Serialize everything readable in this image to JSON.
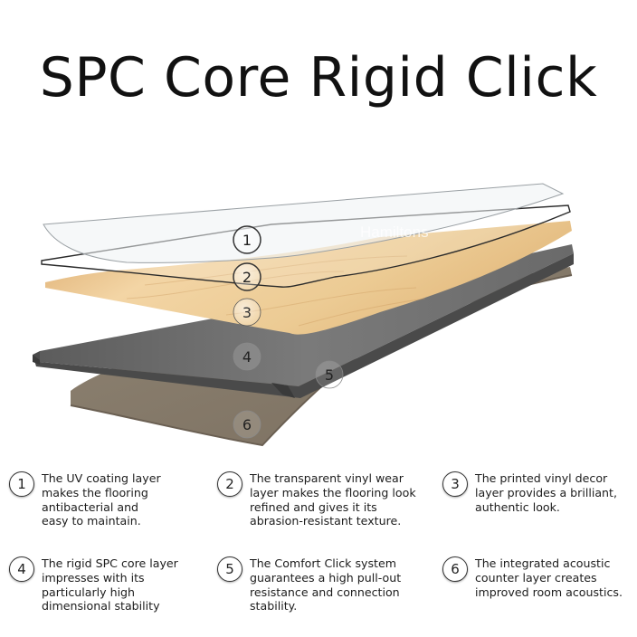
{
  "title": "SPC Core Rigid Click",
  "watermark": "Hamiltons",
  "diagram_markers": [
    "1",
    "2",
    "3",
    "4",
    "5",
    "6"
  ],
  "colors": {
    "wood_light": "#f2d3a3",
    "wood_dark": "#d49c5c",
    "core_gray": "#6d6d6d",
    "underlay_taupe": "#8a7d6d"
  },
  "layers": [
    {
      "num": "1",
      "lines": [
        "The UV coating layer",
        "makes the flooring",
        "antibacterial and",
        "easy to maintain."
      ]
    },
    {
      "num": "2",
      "lines": [
        "The transparent vinyl wear",
        "layer makes the flooring look",
        "refined and gives it its",
        "abrasion-resistant texture."
      ]
    },
    {
      "num": "3",
      "lines": [
        "The printed vinyl decor",
        "layer provides a brilliant,",
        "authentic look."
      ]
    },
    {
      "num": "4",
      "lines": [
        "The rigid SPC core layer",
        "impresses with its",
        "particularly high",
        "dimensional stability"
      ]
    },
    {
      "num": "5",
      "lines": [
        "The Comfort Click system",
        "guarantees a high pull-out",
        "resistance and connection",
        "stability."
      ]
    },
    {
      "num": "6",
      "lines": [
        "The integrated acoustic",
        "counter layer creates",
        "improved room acoustics."
      ]
    }
  ]
}
